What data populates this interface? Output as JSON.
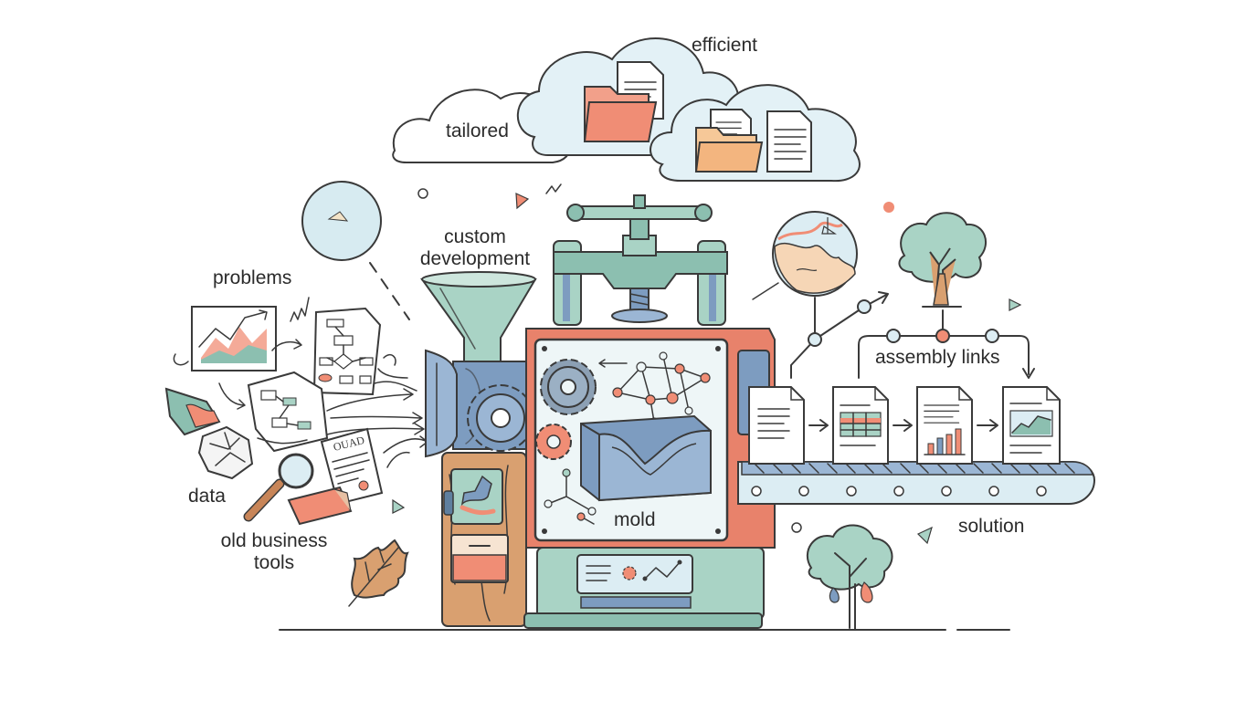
{
  "labels": {
    "efficient": "efficient",
    "tailored": "tailored",
    "custom_development_line1": "custom",
    "custom_development_line2": "development",
    "problems": "problems",
    "data": "data",
    "old_business_tools_line1": "old business",
    "old_business_tools_line2": "tools",
    "assembly_links": "assembly links",
    "mold": "mold",
    "solution": "solution"
  },
  "icons": [
    "cloud-icon",
    "folder-icon",
    "document-icon",
    "mesh-globe-icon",
    "funnel-icon",
    "gear-icon",
    "press-clamp-icon",
    "mold-icon",
    "map-icon",
    "tree-icon",
    "conveyor-belt-icon",
    "spreadsheet-icon",
    "bar-chart-icon",
    "line-chart-icon",
    "magnifying-glass-icon",
    "crumpled-paper-icon",
    "oak-leaf-icon",
    "receipt-icon"
  ],
  "colors": {
    "coral": "#e8826b",
    "mint": "#a9d3c5",
    "teal": "#8cbfb0",
    "steel_blue": "#7d9cc0",
    "wood": "#d9a070",
    "sky": "#dcedf3",
    "ink": "#3a3a3a"
  }
}
